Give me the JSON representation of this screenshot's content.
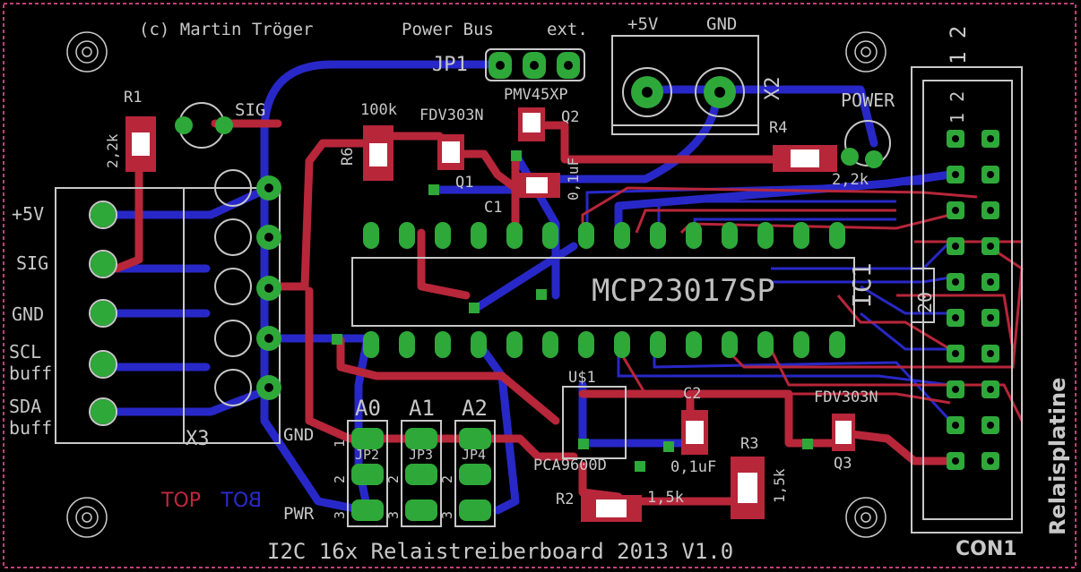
{
  "board_title": "I2C 16x Relaistreiberboard 2013 V1.0",
  "copyright": "(c) Martin  Tröger",
  "power_bus_label": "Power Bus",
  "ext_label": "ext.",
  "jp1": "JP1",
  "plus5v_top": "+5V",
  "gnd_top": "GND",
  "x2": "X2",
  "power": "POWER",
  "con1_pins": "1  2",
  "con1_pins_inner": "1  2",
  "pmv45xp": "PMV45XP",
  "q2": "Q2",
  "r1": "R1",
  "r1_val": "2,2k",
  "sig_led": "SIG",
  "r6": "R6",
  "r6_val": "100k",
  "fdv_q1": "FDV303N",
  "q1": "Q1",
  "c1": "C1",
  "c1_val": "0,1uF",
  "r4": "R4",
  "r4_val": "2,2k",
  "ic_name": "MCP23017SP",
  "ic_ref": "IC1",
  "con_20": "20",
  "x3_labels": [
    "+5V",
    "SIG",
    "GND",
    "SCL",
    "buff",
    "SDA",
    "buff"
  ],
  "x3": "X3",
  "jumpers": [
    "A0",
    "A1",
    "A2"
  ],
  "jp_names": [
    "JP2",
    "JP3",
    "JP4"
  ],
  "gnd_left": "GND",
  "pwr": "PWR",
  "row_nums": [
    "1",
    "2",
    "3"
  ],
  "u1": "U$1",
  "pca": "PCA9600D",
  "c2": "C2",
  "c2_val": "0,1uF",
  "r3": "R3",
  "r3_val": "1,5k",
  "r2": "R2",
  "r2_val": "1,5k",
  "fdv_q3": "FDV303N",
  "q3": "Q3",
  "relaisplatine": "Relaisplatine",
  "con1": "CON1",
  "layer_top": "TOP",
  "layer_bot": "BOT",
  "colors": {
    "background": "#000000",
    "top_copper": "#b8263a",
    "bottom_copper": "#2828c8",
    "pad": "#2fa83a",
    "silkscreen": "#c8c8c8",
    "outline": "#c0407a"
  }
}
